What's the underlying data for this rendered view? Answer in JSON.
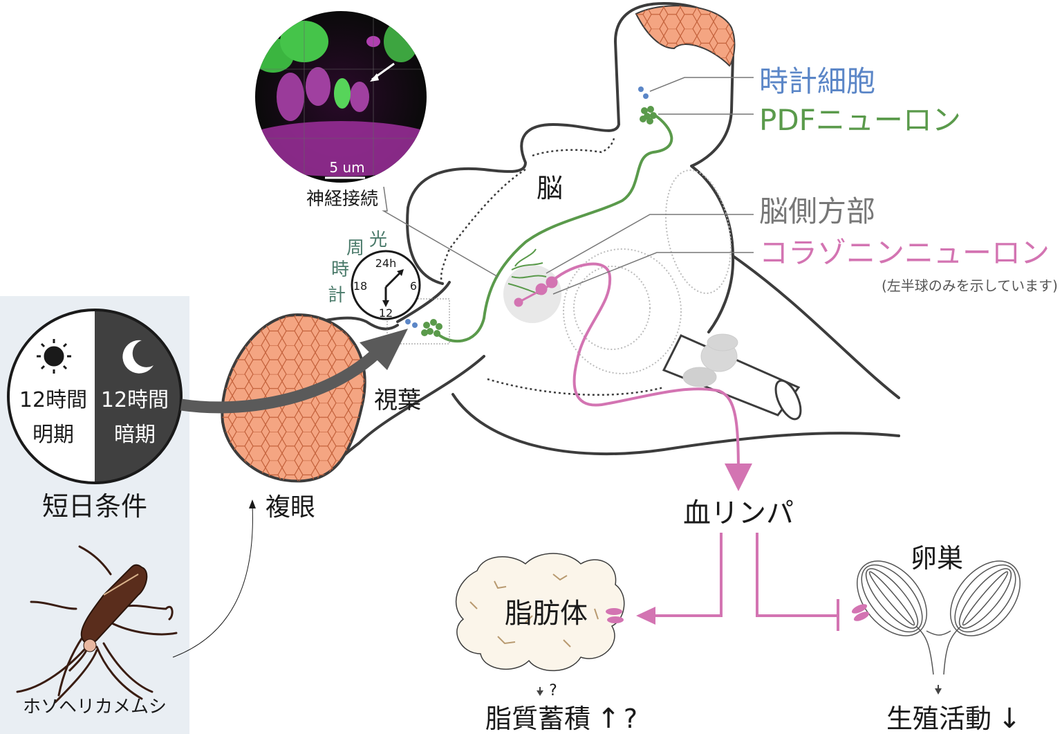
{
  "colors": {
    "clock_cell": "#5b86c7",
    "pdf_neuron": "#5a9a4b",
    "lateral_protocerebrum": "#777777",
    "corazonin_neuron": "#d374b2",
    "eye_fill": "#f4a582",
    "outline": "#3c3c3c",
    "panel_bg": "#e9eef3",
    "dark_half": "#404040",
    "timer_text": "#4a7a6a"
  },
  "inset": {
    "scale_bar": "5 um",
    "caption": "神経接続"
  },
  "clock": {
    "top": "24h",
    "right": "6",
    "bottom": "12",
    "left": "18",
    "vertical_label": [
      "光",
      "周",
      "時",
      "計"
    ]
  },
  "photoperiod": {
    "light_duration": "12時間",
    "light_name": "明期",
    "dark_duration": "12時間",
    "dark_name": "暗期",
    "condition": "短日条件",
    "sun_icon": "sun-icon",
    "moon_icon": "moon-icon"
  },
  "labels": {
    "brain": "脳",
    "optic_lobe": "視葉",
    "compound_eye": "複眼",
    "clock_cells": "時計細胞",
    "pdf_neurons": "PDFニューロン",
    "pars_lateralis": "脳側方部",
    "corazonin_neurons": "コラゾニンニューロン",
    "hemisphere_note": "(左半球のみを示しています)",
    "hemolymph": "血リンパ",
    "fat_body": "脂肪体",
    "ovary": "卵巣",
    "insect": "ホソヘリカメムシ"
  },
  "outcomes": {
    "fat_body_q": "?",
    "lipid": "脂質蓄積",
    "lipid_arrow": "↑",
    "lipid_q": "?",
    "repro": "生殖活動",
    "repro_arrow": "↓"
  }
}
